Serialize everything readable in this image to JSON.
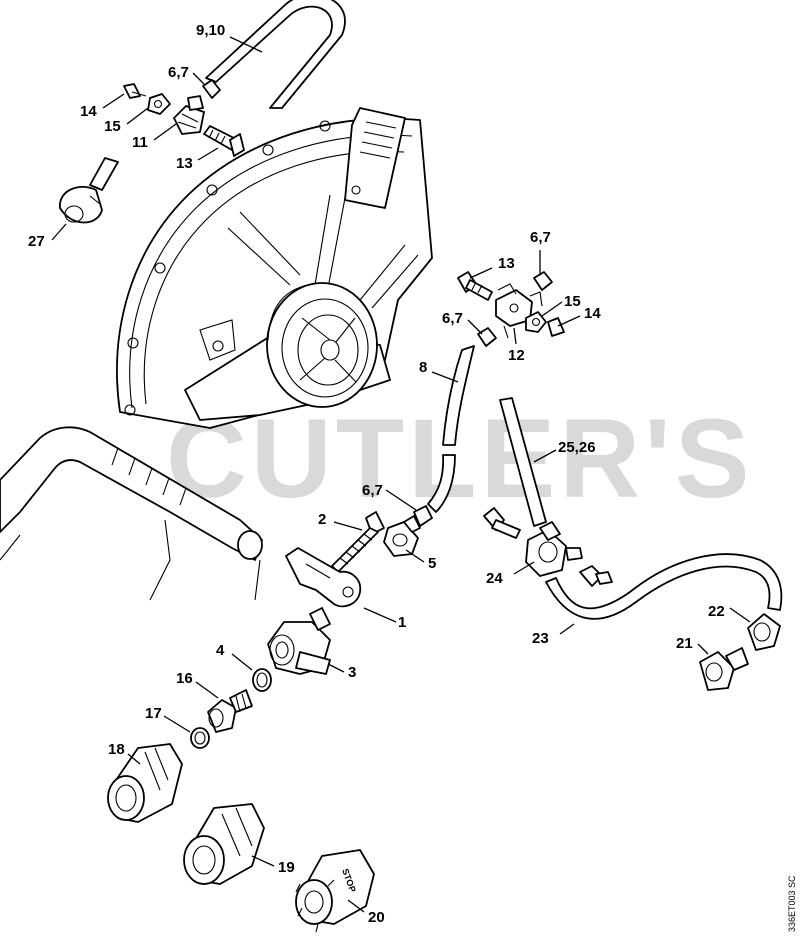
{
  "watermark": "CUTLER'S",
  "drawing_code": "336ET003 SC",
  "stamp_text": "STOP",
  "labels": {
    "l_9_10": "9,10",
    "l_6_7_a": "6,7",
    "l_14_a": "14",
    "l_15_a": "15",
    "l_11": "11",
    "l_13_a": "13",
    "l_27": "27",
    "l_6_7_b": "6,7",
    "l_13_b": "13",
    "l_15_b": "15",
    "l_14_b": "14",
    "l_6_7_c": "6,7",
    "l_12": "12",
    "l_8": "8",
    "l_25_26": "25,26",
    "l_6_7_d": "6,7",
    "l_2": "2",
    "l_5": "5",
    "l_1": "1",
    "l_24": "24",
    "l_22": "22",
    "l_23": "23",
    "l_21": "21",
    "l_4": "4",
    "l_3": "3",
    "l_16": "16",
    "l_17": "17",
    "l_18": "18",
    "l_19": "19",
    "l_20": "20"
  }
}
